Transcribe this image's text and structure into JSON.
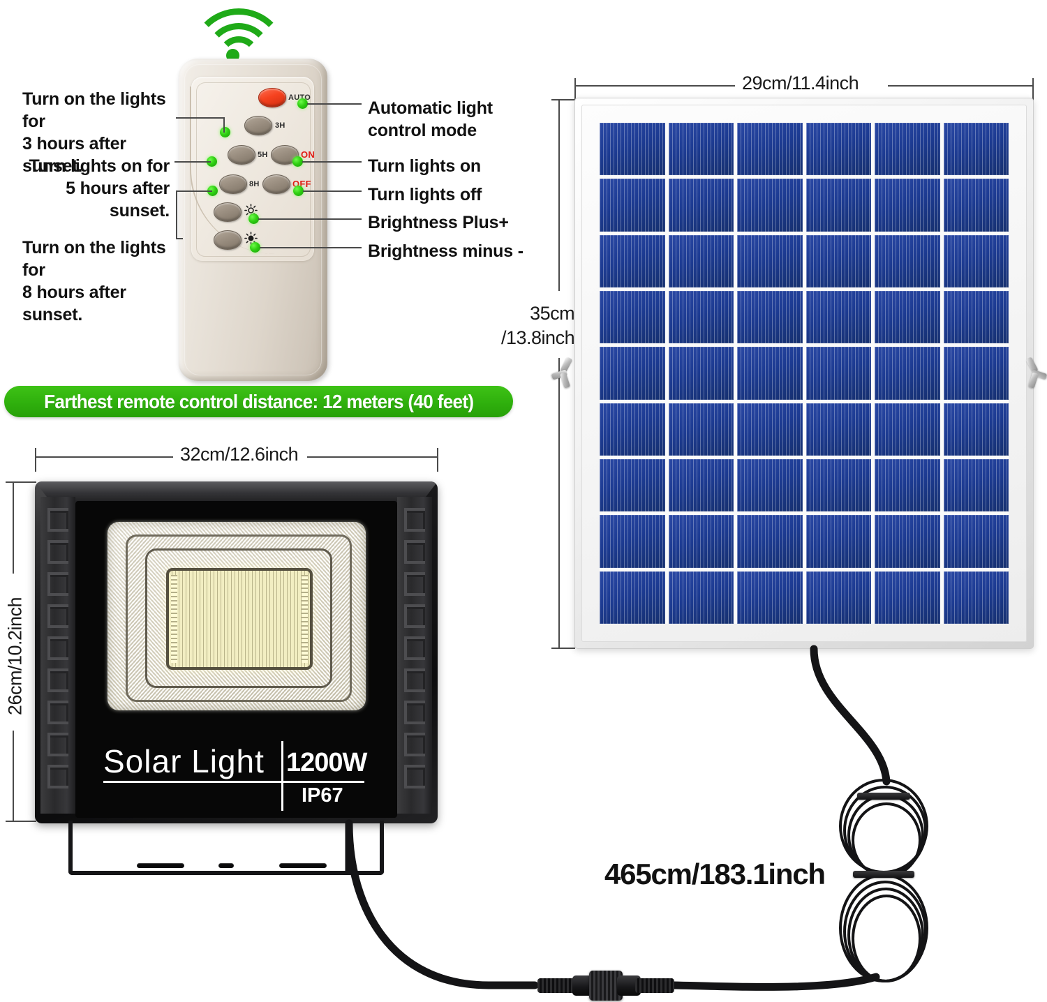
{
  "remote": {
    "icons": {
      "signal": "wifi-signal-icon"
    },
    "buttons": [
      {
        "id": "auto",
        "label": "AUTO",
        "color": "#e01b13"
      },
      {
        "id": "3h",
        "label": "3H",
        "color": "#2b2b2b"
      },
      {
        "id": "5h",
        "label": "5H",
        "color": "#2b2b2b"
      },
      {
        "id": "on",
        "label": "ON",
        "color": "#e01b13"
      },
      {
        "id": "8h",
        "label": "8H",
        "color": "#2b2b2b"
      },
      {
        "id": "off",
        "label": "OFF",
        "color": "#e01b13"
      },
      {
        "id": "bright-plus",
        "label": "",
        "icon": "sun-icon"
      },
      {
        "id": "bright-minus",
        "label": "",
        "icon": "sun-dim-icon"
      }
    ],
    "callouts_left": [
      {
        "id": "3h",
        "line1": "Turn on the lights for",
        "line2": "3 hours after sunset."
      },
      {
        "id": "5h",
        "line1": "Turn lights on for",
        "line2": "5 hours after sunset."
      },
      {
        "id": "8h",
        "line1": "Turn on the lights for",
        "line2": "8 hours after sunset."
      }
    ],
    "callouts_right": [
      {
        "id": "auto",
        "line1": "Automatic light",
        "line2": "control mode"
      },
      {
        "id": "on",
        "line1": "Turn lights on",
        "line2": ""
      },
      {
        "id": "off",
        "line1": "Turn lights off",
        "line2": ""
      },
      {
        "id": "bright-plus",
        "line1": "Brightness Plus+",
        "line2": ""
      },
      {
        "id": "bright-minus",
        "line1": "Brightness minus -",
        "line2": ""
      }
    ]
  },
  "banner": {
    "text": "Farthest remote control distance: 12 meters (40 feet)",
    "bg_color": "#2fb00d",
    "text_color": "#ffffff"
  },
  "solar_panel": {
    "width_label": "29cm/11.4inch",
    "height_label_line1": "35cm",
    "height_label_line2": "/13.8inch",
    "cell_rows": 9,
    "cell_cols": 6,
    "cell_color": "#1d3b92",
    "frame_color": "#f0f0f0"
  },
  "flood_light": {
    "width_label": "32cm/12.6inch",
    "height_label": "26cm/10.2inch",
    "brand": "Solar  Light",
    "wattage": "1200W",
    "ip_rating": "IP67",
    "body_color": "#121214"
  },
  "cable": {
    "length_label": "465cm/183.1inch",
    "color": "#141416"
  }
}
